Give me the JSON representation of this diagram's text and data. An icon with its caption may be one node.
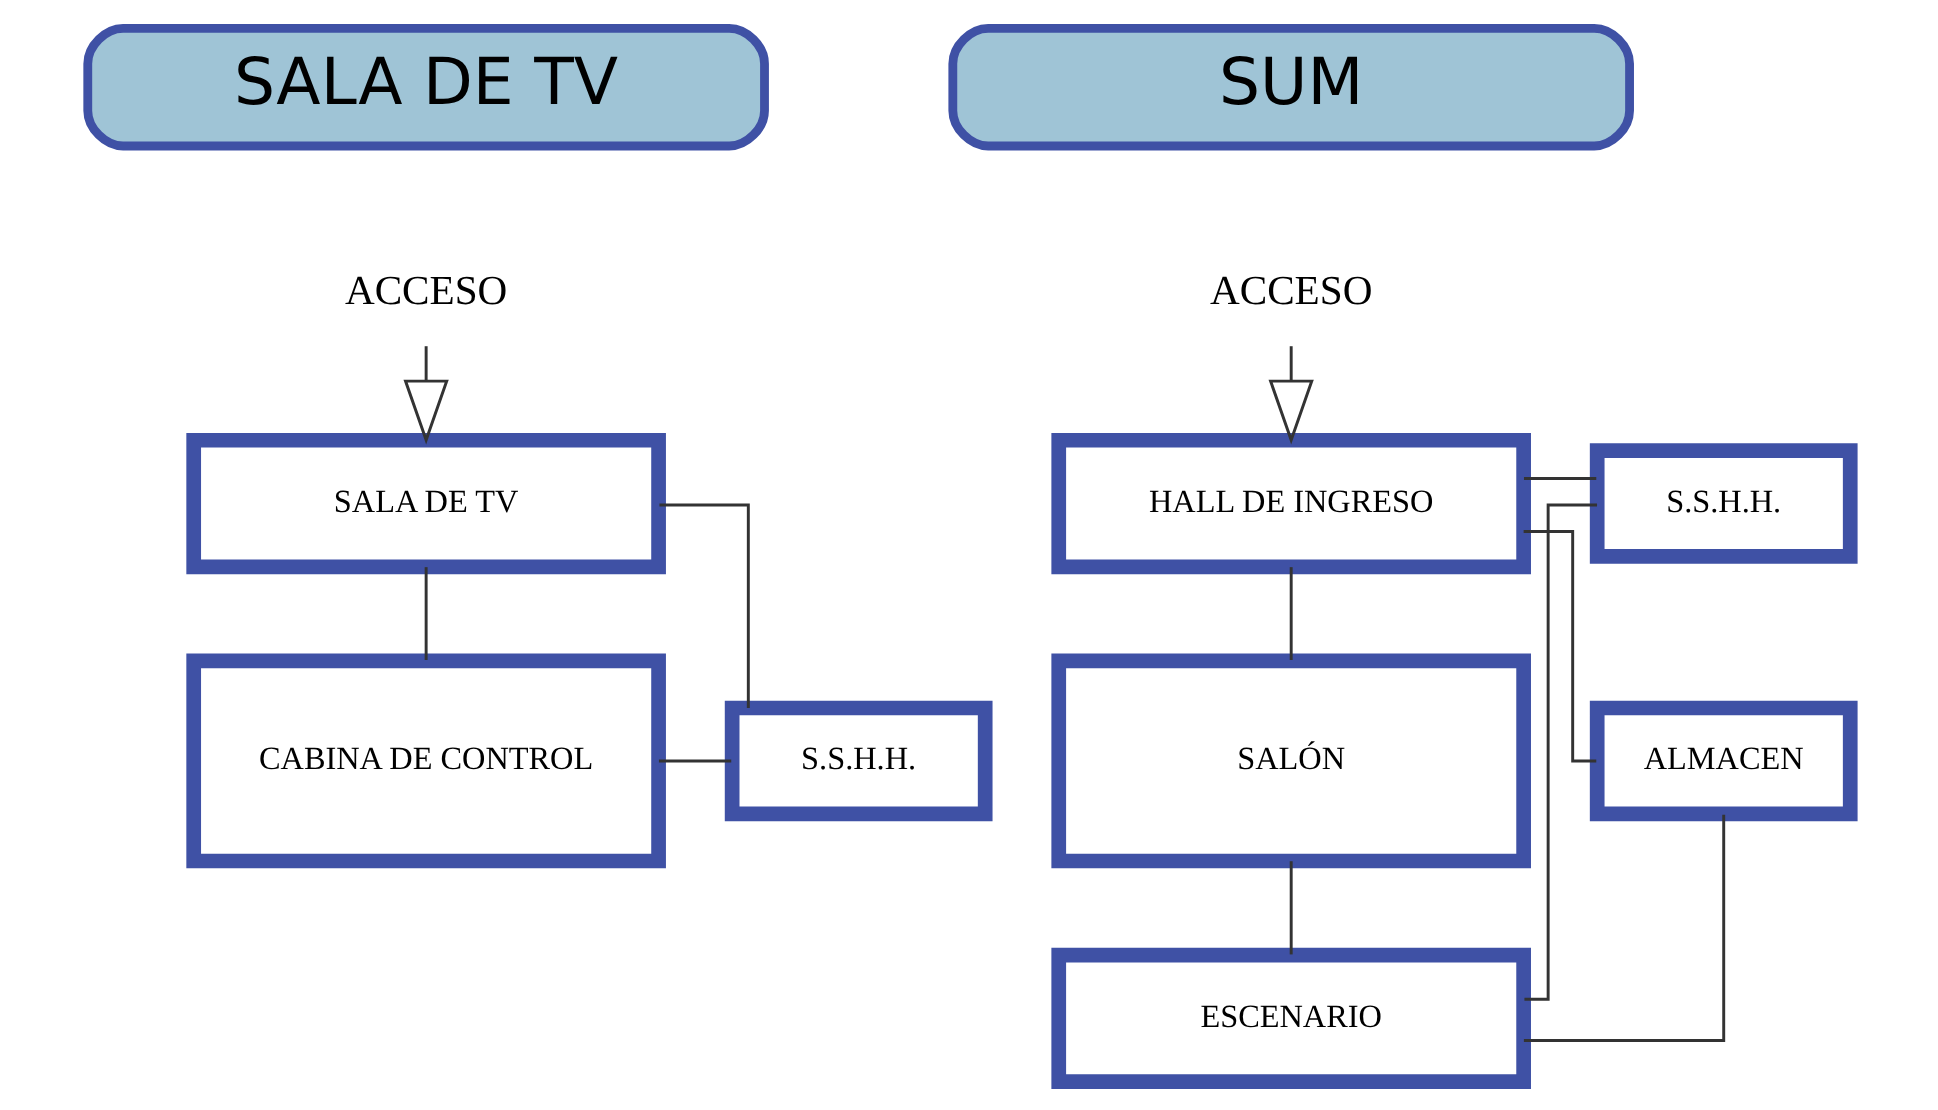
{
  "diagram": {
    "nodes": [
      {
        "text": [
          "SALA DE TV"
        ]
      },
      {
        "text": [
          "ACCESO"
        ]
      },
      {
        "text": [
          "SALA DE TV"
        ]
      },
      {
        "text": [
          "S.S.H.H."
        ]
      },
      {
        "text": [
          "CABINA DE CONTROL"
        ]
      },
      {
        "text": [
          "SUM"
        ]
      },
      {
        "text": [
          "ACCESO"
        ]
      },
      {
        "text": [
          "S.S.H.H."
        ]
      },
      {
        "text": [
          "HALL DE INGRESO"
        ]
      },
      {
        "text": [
          "ALMACEN"
        ]
      },
      {
        "text": [
          "SALÓN"
        ]
      },
      {
        "text": [
          "ESCENARIO"
        ]
      }
    ],
    "edges": [
      {
        "from": 1,
        "to": 2,
        "arrow": "to"
      },
      {
        "from": 3,
        "to": 2,
        "arrow": "none"
      },
      {
        "from": 3,
        "to": 4,
        "arrow": "none"
      },
      {
        "from": 2,
        "to": 4,
        "arrow": "none"
      },
      {
        "from": 6,
        "to": 8,
        "arrow": "to"
      },
      {
        "from": 7,
        "to": 8,
        "arrow": "none"
      },
      {
        "from": 7,
        "to": 11,
        "arrow": "none"
      },
      {
        "from": 9,
        "to": 8,
        "arrow": "none"
      },
      {
        "from": 9,
        "to": 11,
        "arrow": "none"
      },
      {
        "from": 8,
        "to": 10,
        "arrow": "none"
      },
      {
        "from": 10,
        "to": 11,
        "arrow": "none"
      }
    ]
  }
}
